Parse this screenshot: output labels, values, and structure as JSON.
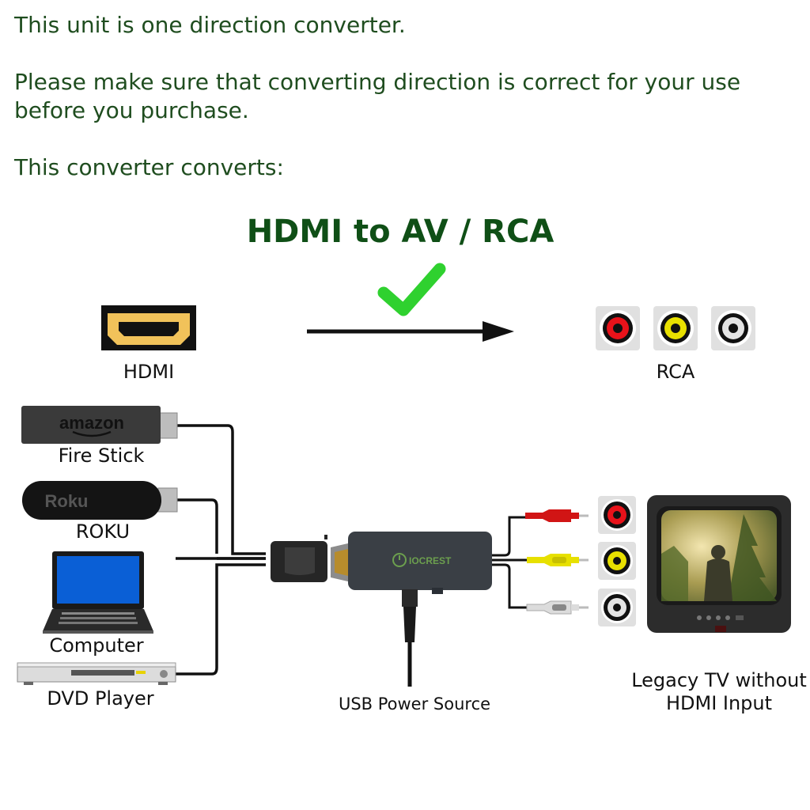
{
  "intro": {
    "line1": "This unit is one direction converter.",
    "line2": "Please make sure that converting direction is correct for your use",
    "line3": "before you purchase.",
    "line4": "This converter converts:"
  },
  "title": "HDMI to AV / RCA",
  "labels": {
    "hdmi": "HDMI",
    "rca": "RCA",
    "fire_stick": "Fire Stick",
    "roku": "ROKU",
    "computer": "Computer",
    "dvd": "DVD Player",
    "usb": "USB Power Source",
    "tv_line1": "Legacy TV without",
    "tv_line2": "HDMI Input"
  },
  "logos": {
    "amazon": "amazon",
    "roku": "Roku",
    "iocrest": "IOCREST"
  },
  "colors": {
    "text_green": "#1f4d1f",
    "title_green": "#0f4f16",
    "check_green": "#2fd12f",
    "rca_red": "#e8121a",
    "rca_yellow": "#e8e000",
    "rca_white": "#e4e4e4",
    "hdmi_gold": "#f1c25a"
  },
  "icons": [
    "hdmi-port-icon",
    "check-icon",
    "arrow-right-icon",
    "rca-jack-icon",
    "fire-stick-icon",
    "roku-stick-icon",
    "laptop-icon",
    "dvd-player-icon",
    "converter-icon",
    "tv-icon"
  ]
}
